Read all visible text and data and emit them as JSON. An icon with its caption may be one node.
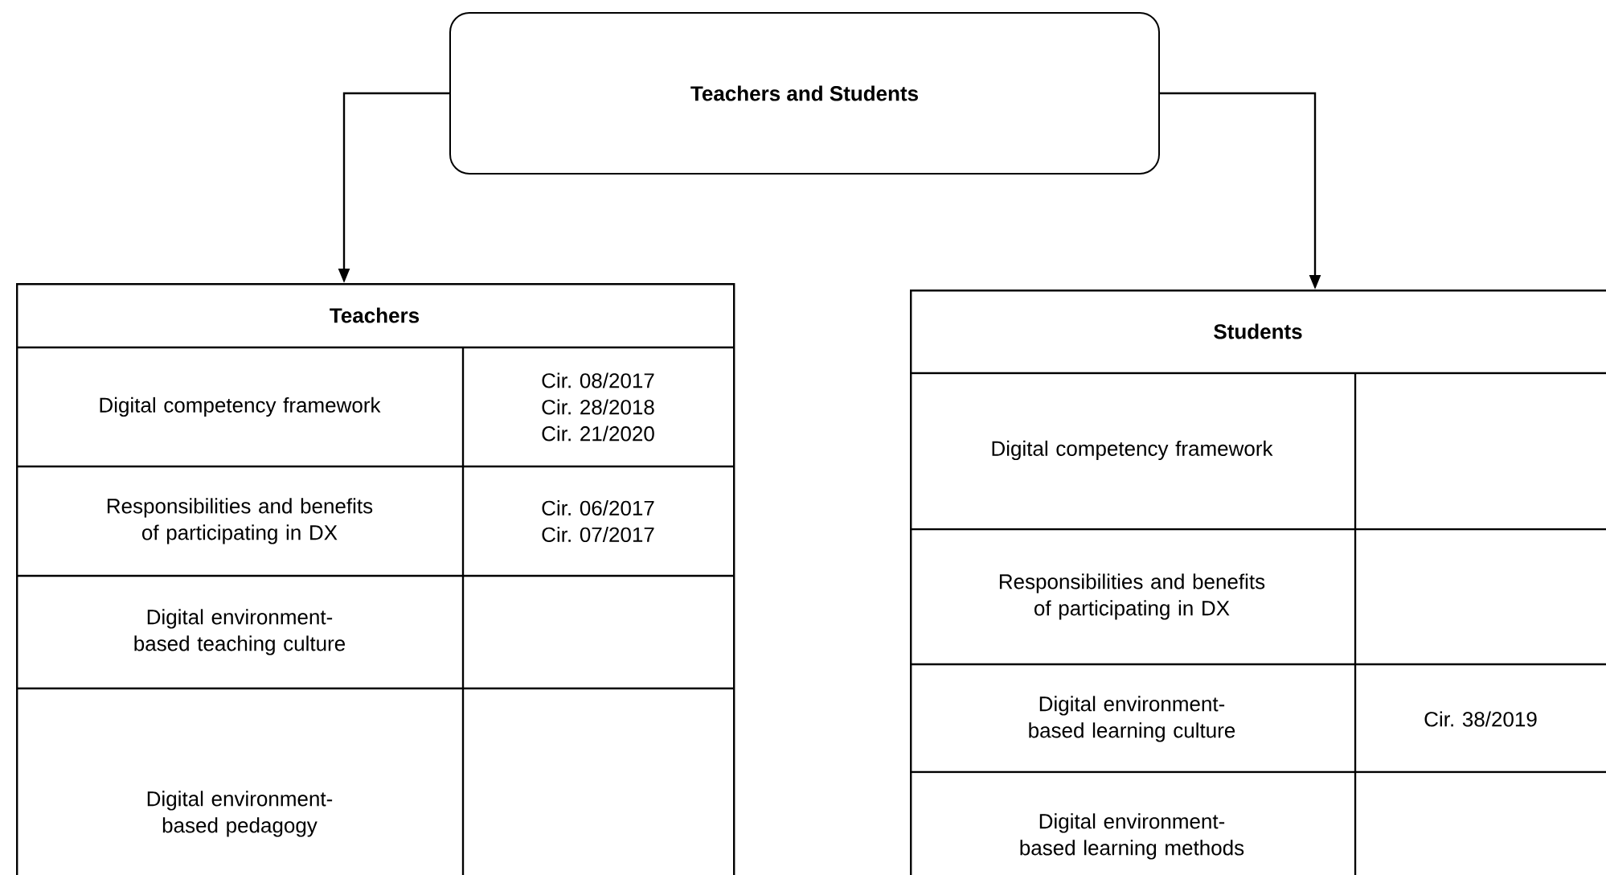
{
  "diagram": {
    "nodes": [
      {
        "text": [
          "Teachers and Students"
        ]
      },
      {
        "text": [
          "Teachers"
        ]
      },
      {
        "text": [
          "Digital competency framework"
        ],
        "in": 1
      },
      {
        "text": [
          "Cir. 08/2017 Cir. 28/2018 Cir. 21/2020"
        ],
        "in": 1
      },
      {
        "text": [
          "Responsibilities and benefits of participating in DX"
        ],
        "in": 1
      },
      {
        "text": [
          "Cir. 06/2017 Cir. 07/2017"
        ],
        "in": 1
      },
      {
        "text": [
          "Digital environment-based teaching culture"
        ],
        "in": 1
      },
      {
        "text": [
          "Digital environment-based pedagogy"
        ],
        "in": 1
      },
      {
        "text": [
          "Students"
        ]
      },
      {
        "text": [
          "Digital competency framework"
        ],
        "in": 8
      },
      {
        "text": [
          "Responsibilities and benefits of participating in DX"
        ],
        "in": 8
      },
      {
        "text": [
          "Digital environment-based learning culture"
        ],
        "in": 8
      },
      {
        "text": [
          "Cir. 38/2019"
        ],
        "in": 8
      },
      {
        "text": [
          "Digital environment-based learning methods"
        ],
        "in": 8
      }
    ],
    "edges": [
      {
        "from": 0,
        "to": 1,
        "arrow": "to"
      },
      {
        "from": 0,
        "to": 8,
        "arrow": "to"
      }
    ]
  }
}
